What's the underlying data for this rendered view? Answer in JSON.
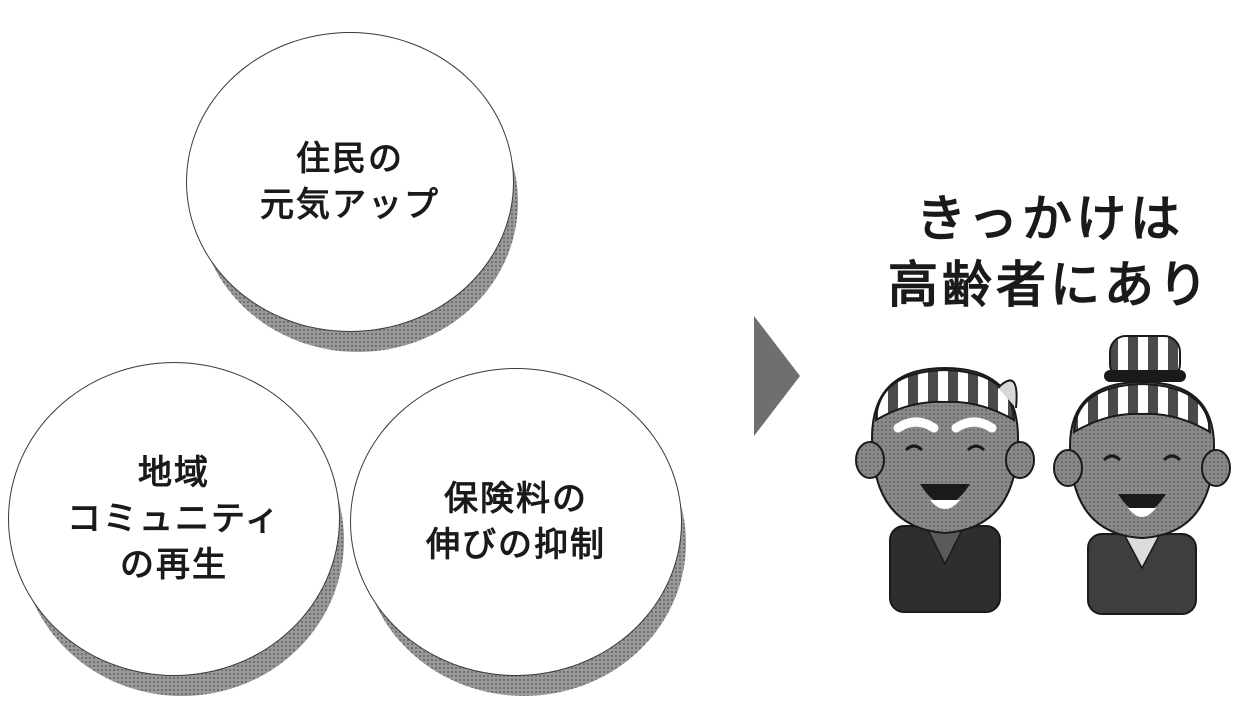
{
  "circles": {
    "top": {
      "lines": [
        "住民の",
        "元気アップ"
      ]
    },
    "left": {
      "lines": [
        "地域",
        "コミュニティ",
        "の再生"
      ]
    },
    "right": {
      "lines": [
        "保険料の",
        "伸びの抑制"
      ]
    }
  },
  "headline": {
    "lines": [
      "きっかけは",
      "高齢者にあり"
    ]
  },
  "illustration": {
    "name": "elderly-couple-illustration"
  },
  "colors": {
    "circle_border": "#3a3a3a",
    "circle_shadow": "#9a9a9a",
    "arrow": "#6f6f6f",
    "text": "#1a1a1a"
  }
}
